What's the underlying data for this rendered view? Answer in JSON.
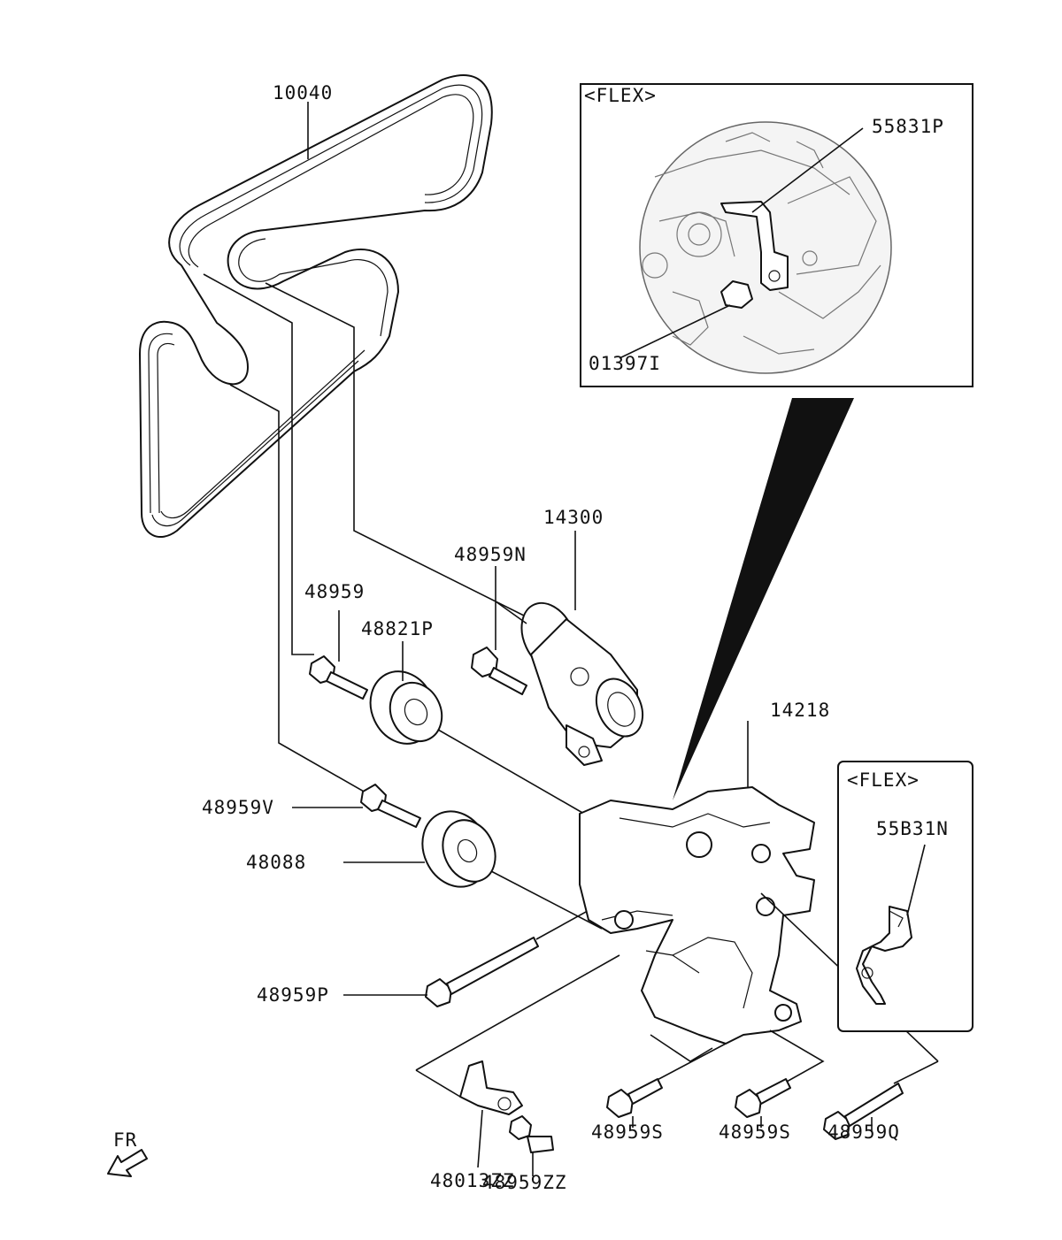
{
  "labels": {
    "belt": "10040",
    "tensioner": "14300",
    "tensioner_bolt": "48959N",
    "idler_bolt_upper": "48959",
    "idler_pulley_upper": "48821P",
    "bracket": "14218",
    "idler_bolt_lower": "48959V",
    "idler_pulley_lower": "48088",
    "long_bolt": "48959P",
    "bracket_small": "48013ZZ",
    "bracket_small_bolt": "48959ZZ",
    "bolt_s1": "48959S",
    "bolt_s2": "48959S",
    "bolt_q": "48959Q"
  },
  "inset_top": {
    "title": "<FLEX>",
    "part_upper": "55831P",
    "part_lower": "01397I"
  },
  "inset_right": {
    "title": "<FLEX>",
    "part": "55B31N"
  },
  "orientation": {
    "label": "FR"
  }
}
